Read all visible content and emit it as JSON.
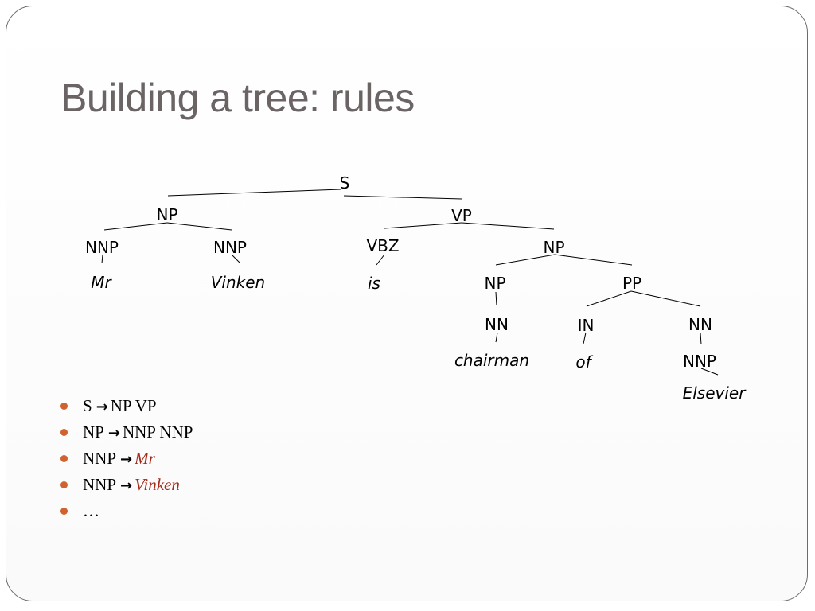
{
  "slide": {
    "title": "Building a tree: rules"
  },
  "tree": {
    "nodes": {
      "s": "S",
      "np1": "NP",
      "vp": "VP",
      "nnp1": "NNP",
      "nnp2": "NNP",
      "vbz": "VBZ",
      "np2": "NP",
      "np3": "NP",
      "pp": "PP",
      "nn1": "NN",
      "in": "IN",
      "nn2": "NN",
      "nnp3": "NNP"
    },
    "words": {
      "mr": "Mr",
      "vinken": "Vinken",
      "is": "is",
      "chairman": "chairman",
      "of": "of",
      "elsevier": "Elsevier"
    }
  },
  "rules": [
    {
      "lhs": "S",
      "arrow": "→",
      "rhs": "NP VP",
      "rhs_is_word": false
    },
    {
      "lhs": "NP",
      "arrow": "→",
      "rhs": "NNP NNP",
      "rhs_is_word": false
    },
    {
      "lhs": "NNP",
      "arrow": "→",
      "rhs": "Mr",
      "rhs_is_word": true
    },
    {
      "lhs": "NNP",
      "arrow": "→",
      "rhs": "Vinken",
      "rhs_is_word": true
    },
    {
      "ellipsis": "…"
    }
  ],
  "colors": {
    "bullet": "#d0622f",
    "term": "#a52a1a",
    "title": "#6a6464"
  }
}
